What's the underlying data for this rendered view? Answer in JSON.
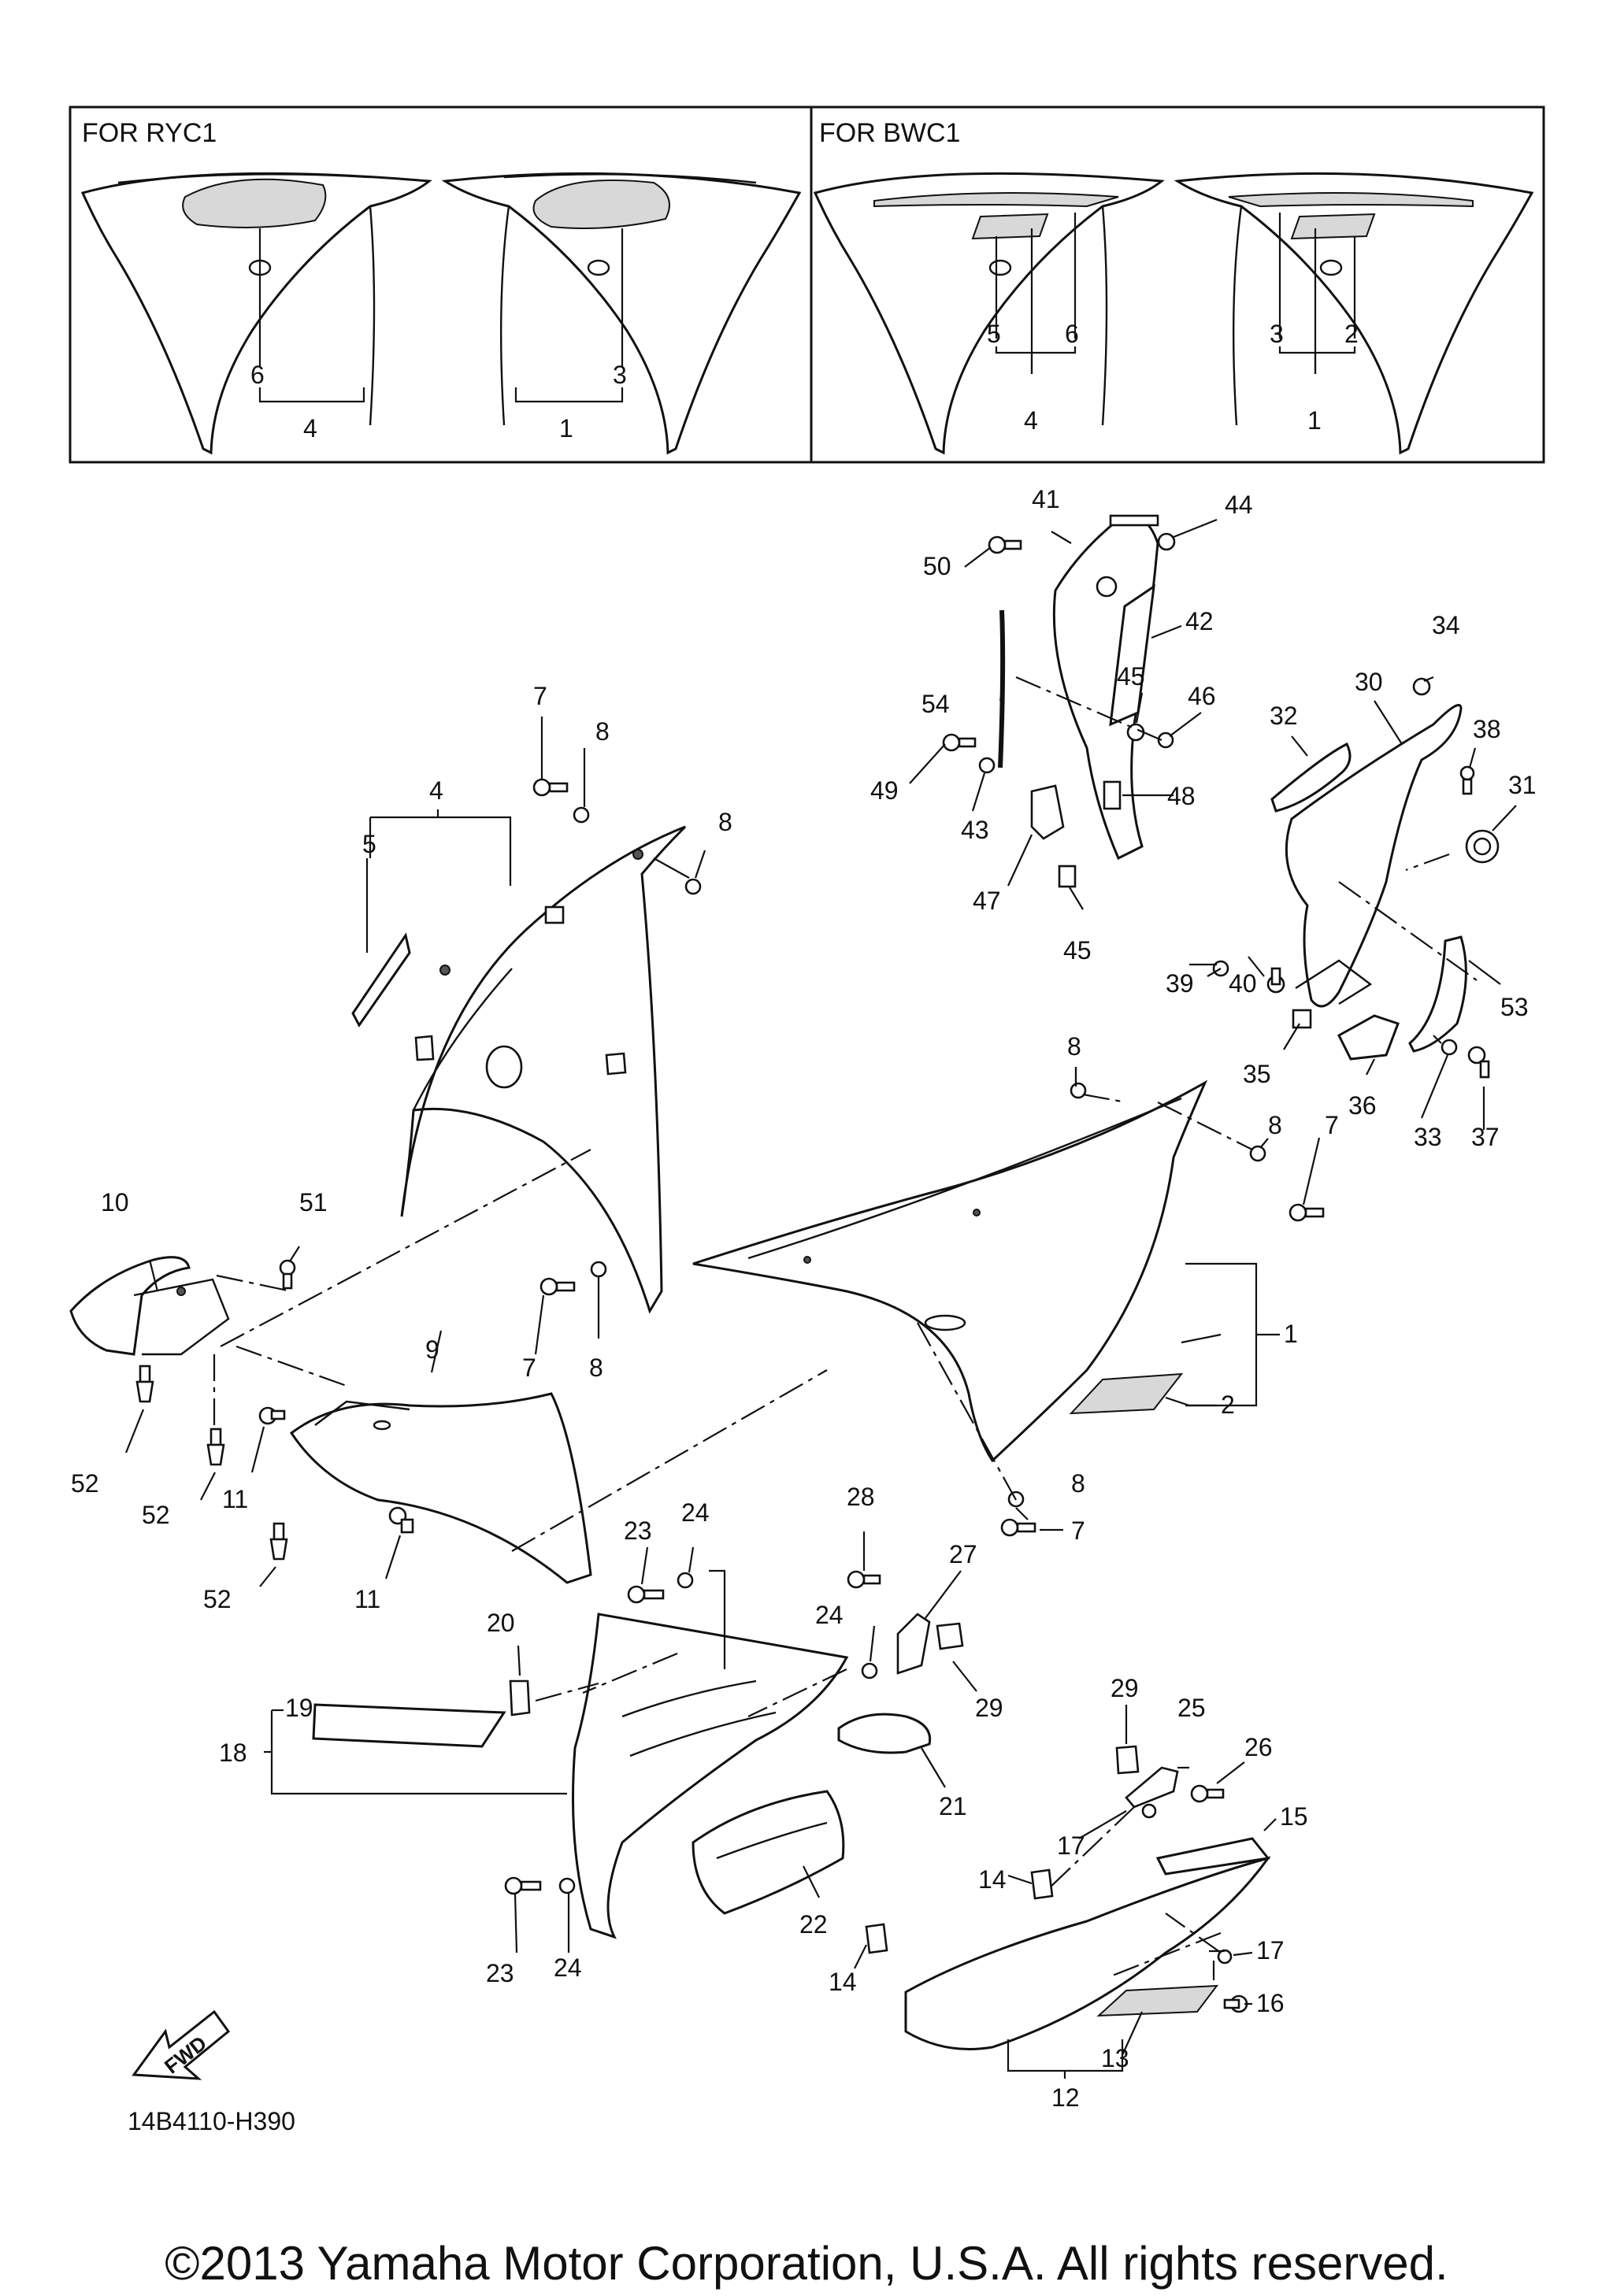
{
  "insets": {
    "ryc1_title": "FOR RYC1",
    "bwc1_title": "FOR BWC1"
  },
  "callouts": {
    "c1": "1",
    "c2": "2",
    "c3": "3",
    "c4": "4",
    "c5": "5",
    "c6": "6",
    "c7": "7",
    "c8": "8",
    "c9": "9",
    "c10": "10",
    "c11": "11",
    "c12": "12",
    "c13": "13",
    "c14": "14",
    "c15": "15",
    "c16": "16",
    "c17": "17",
    "c18": "18",
    "c19": "19",
    "c20": "20",
    "c21": "21",
    "c22": "22",
    "c23": "23",
    "c24": "24",
    "c25": "25",
    "c26": "26",
    "c27": "27",
    "c28": "28",
    "c29": "29",
    "c30": "30",
    "c31": "31",
    "c32": "32",
    "c33": "33",
    "c34": "34",
    "c35": "35",
    "c36": "36",
    "c37": "37",
    "c38": "38",
    "c39": "39",
    "c40": "40",
    "c41": "41",
    "c42": "42",
    "c43": "43",
    "c44": "44",
    "c45": "45",
    "c46": "46",
    "c47": "47",
    "c48": "48",
    "c49": "49",
    "c50": "50",
    "c51": "51",
    "c52": "52",
    "c53": "53",
    "c54": "54"
  },
  "fwd_label": "FWD",
  "diagram_code": "14B4110-H390",
  "copyright": "©2013 Yamaha Motor Corporation, U.S.A. All rights reserved."
}
